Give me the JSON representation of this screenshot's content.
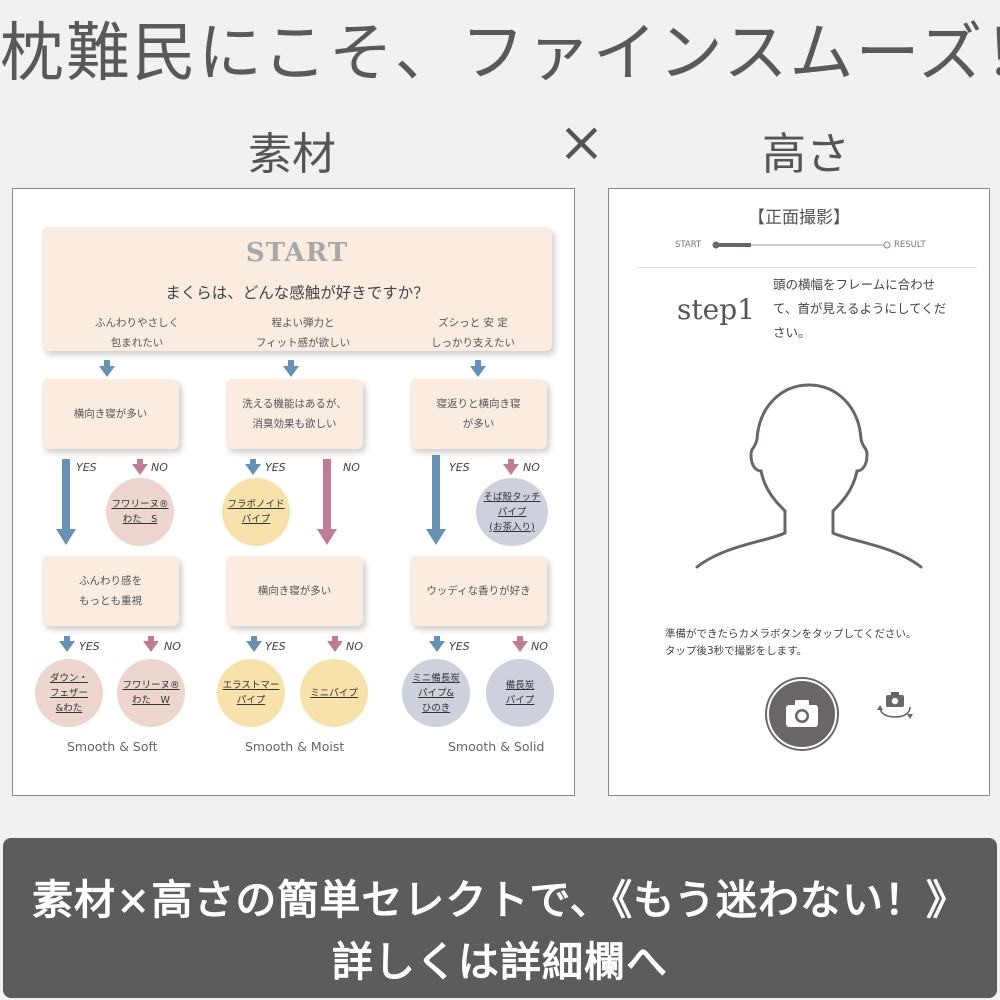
{
  "headline": "枕難民にこそ、ファインスムーズ！",
  "subheading": {
    "left": "素材",
    "times": "×",
    "right": "高さ"
  },
  "flowchart": {
    "start_title": "START",
    "start_question": "まくらは、どんな感触が好きですか？",
    "options": [
      [
        "ふんわりやさしく",
        "包まれたい"
      ],
      [
        "程よい弾力と",
        "フィット感が欲しい"
      ],
      [
        "ズシっと 安 定",
        "しっかり支えたい"
      ]
    ],
    "step2": [
      [
        "横向き寝が多い"
      ],
      [
        "洗える機能はあるが、",
        "消臭効果も欲しい"
      ],
      [
        "寝返りと横向き寝",
        "が多い"
      ]
    ],
    "step3": [
      [
        "ふんわり感を",
        "もっとも重視"
      ],
      [
        "横向き寝が多い"
      ],
      [
        "ウッディな香りが好き"
      ]
    ],
    "yes": "YES",
    "no": "NO",
    "mid_results": [
      [
        "フワリーヌ®",
        "わた　S"
      ],
      [
        "フラボノイド",
        "パイプ"
      ],
      [
        "そば殻タッチ",
        "パイプ",
        "(お茶入り)"
      ]
    ],
    "final_results": [
      [
        "ダウン・",
        "フェザー",
        "&わた"
      ],
      [
        "フワリーヌ®",
        "わた　W"
      ],
      [
        "エラストマー",
        "パイプ"
      ],
      [
        "ミニパイプ"
      ],
      [
        "ミニ備長炭",
        "パイプ&",
        "ひのき"
      ],
      [
        "備長炭",
        "パイプ"
      ]
    ],
    "categories": [
      "Smooth & Soft",
      "Smooth & Moist",
      "Smooth & Solid"
    ],
    "colors": {
      "yes_arrow": "#6792b4",
      "no_arrow": "#c07c94",
      "box_fill": "#fbece2"
    }
  },
  "camera": {
    "title": "【正面撮影】",
    "progress_start": "START",
    "progress_end": "RESULT",
    "step_label": "step1",
    "instruction": "頭の横幅をフレームに合わせて、首が見えるようにしてください。",
    "instruction_lines": [
      "頭の横幅をフレームに合わせ",
      "て、首が見えるようにしてくだ",
      "さい。"
    ],
    "prompt_lines": [
      "準備ができたらカメラボタンをタップしてください。",
      "タップ後3秒で撮影をします。"
    ],
    "icons": {
      "shutter": "camera-icon",
      "switch": "switch-camera-icon"
    }
  },
  "footer": {
    "line1": "素材×高さの簡単セレクトで、《もう迷わない！》",
    "line2": "詳しくは詳細欄へ"
  }
}
